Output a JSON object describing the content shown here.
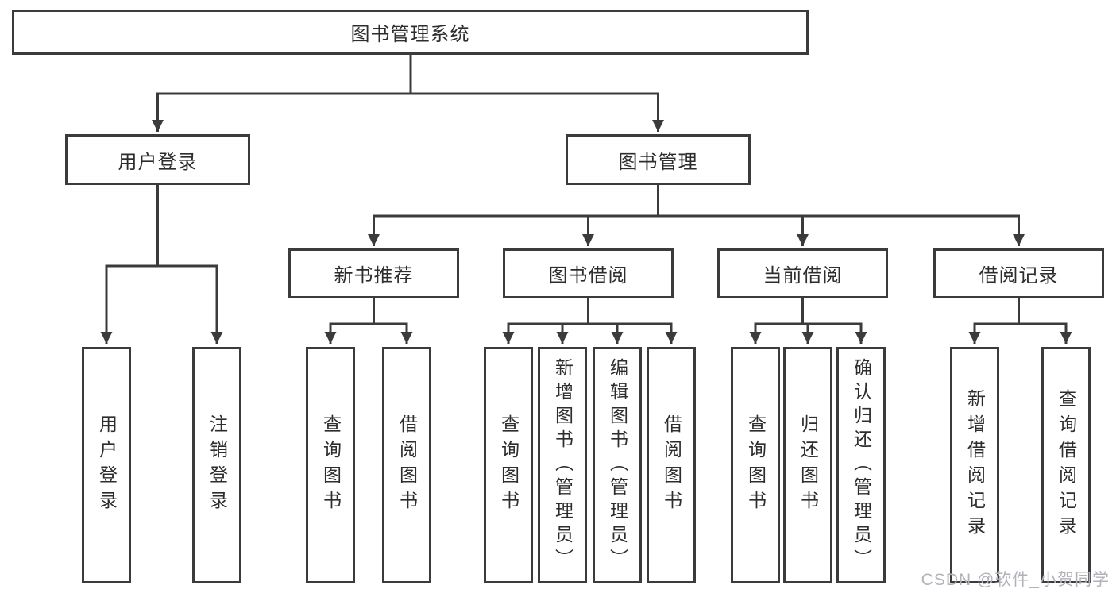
{
  "diagram": {
    "root": "图书管理系统",
    "level2": {
      "user_login": "用户登录",
      "book_management": "图书管理"
    },
    "level3": {
      "new_book_recommend": "新书推荐",
      "book_borrow": "图书借阅",
      "current_borrow": "当前借阅",
      "borrow_records": "借阅记录"
    },
    "leaves": {
      "user_login": [
        "用户登录",
        "注销登录"
      ],
      "new_book_recommend": [
        "查询图书",
        "借阅图书"
      ],
      "book_borrow": [
        "查询图书",
        "新增图书（管理员）",
        "编辑图书（管理员）",
        "借阅图书"
      ],
      "current_borrow": [
        "查询图书",
        "归还图书",
        "确认归还（管理员）"
      ],
      "borrow_records": [
        "新增借阅记录",
        "查询借阅记录"
      ]
    }
  },
  "watermark": "CSDN @软件_小贺同学",
  "colors": {
    "line": "#3b3b3b",
    "box_border": "#3b3b3b",
    "box_fill": "#ffffff",
    "text": "#2d2d2d",
    "watermark": "#b2b2ba",
    "background": "#ffffff"
  }
}
